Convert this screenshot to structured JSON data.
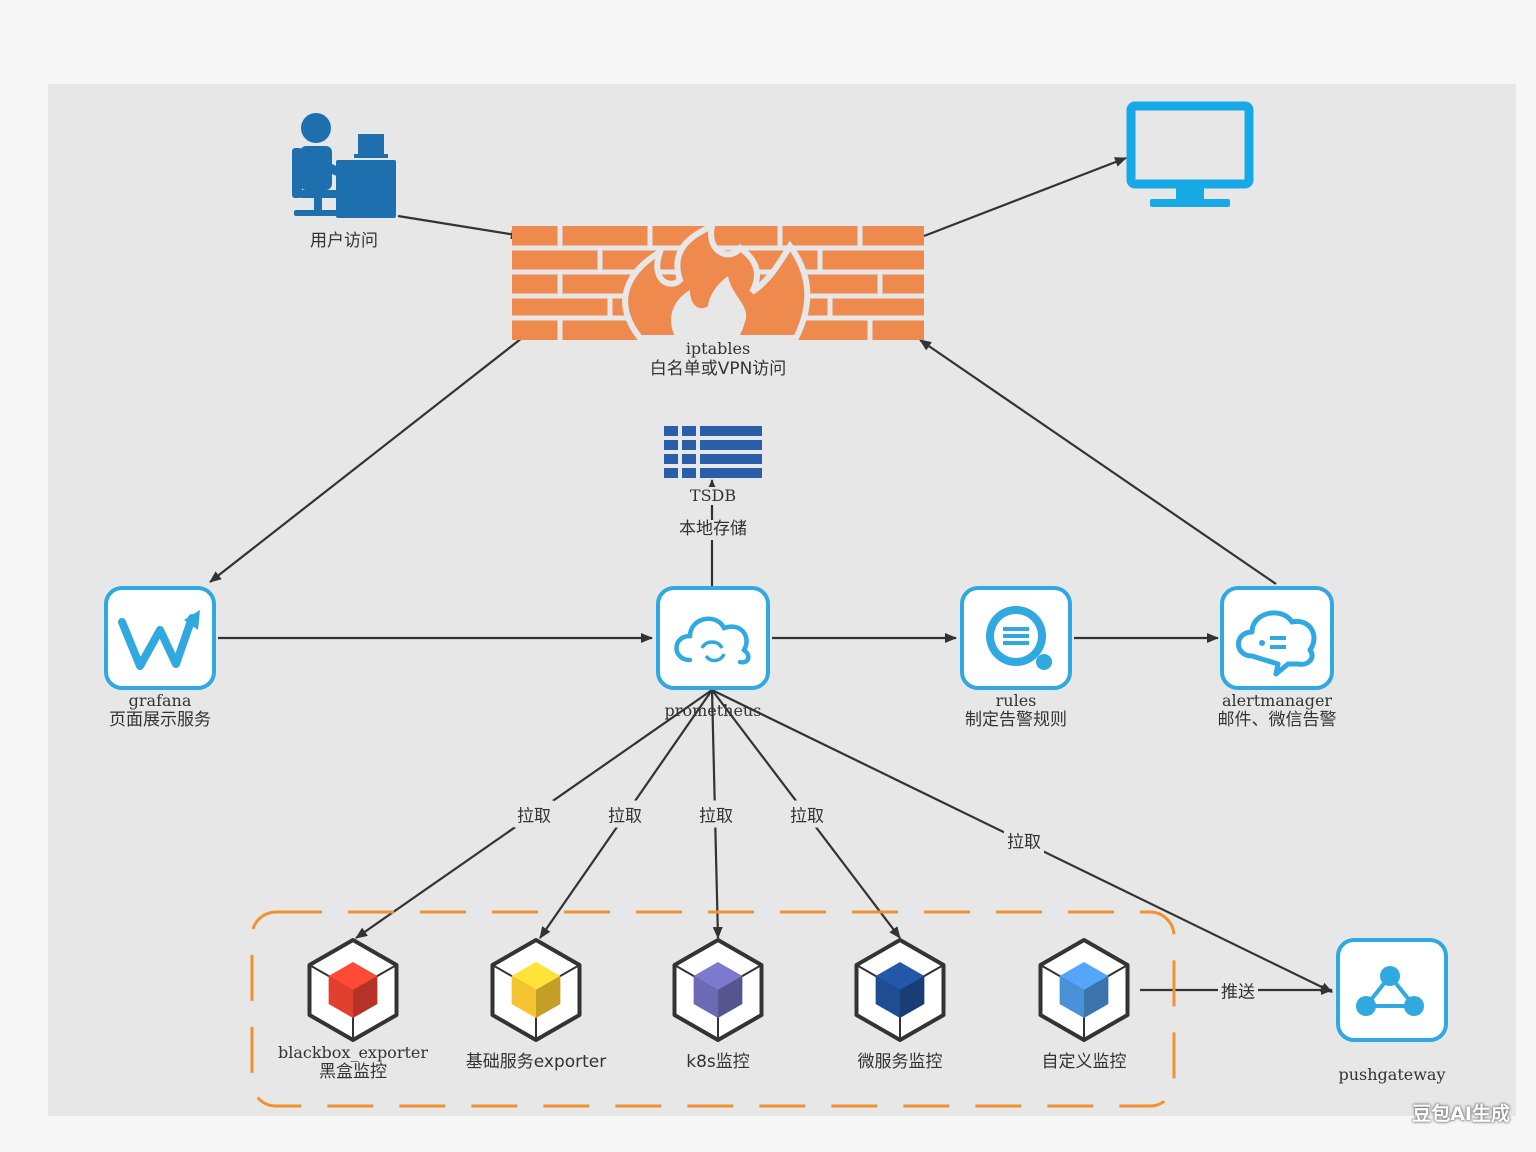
{
  "nodes": {
    "user": {
      "label": "用户访问"
    },
    "firewall": {
      "name": "iptables",
      "label": "白名单或VPN访问"
    },
    "tsdb": {
      "name": "TSDB",
      "label": "本地存储"
    },
    "grafana": {
      "name": "grafana",
      "label": "页面展示服务"
    },
    "prometheus": {
      "name": "prometheus"
    },
    "rules": {
      "name": "rules",
      "label": "制定告警规则"
    },
    "alertmanager": {
      "name": "alertmanager",
      "label": "邮件、微信告警"
    },
    "pushgateway": {
      "name": "pushgateway"
    },
    "monitor": {}
  },
  "exporters": [
    {
      "name": "blackbox_exporter",
      "label": "黑盒监控",
      "color": "#e2402f"
    },
    {
      "label": "基础服务exporter",
      "color": "#f5c531"
    },
    {
      "label": "k8s监控",
      "color": "#6c6ab4"
    },
    {
      "label": "微服务监控",
      "color": "#1e4d92"
    },
    {
      "label": "自定义监控",
      "color": "#4a90d9"
    }
  ],
  "edges": {
    "pull": "拉取",
    "push": "推送"
  },
  "colors": {
    "icon_blue": "#2fa9e0",
    "firewall_orange": "#ef8a4f",
    "tsdb_blue": "#2a5ea8",
    "dashed_orange": "#ef9330",
    "arrow": "#333333"
  },
  "watermark": "豆包AI生成"
}
